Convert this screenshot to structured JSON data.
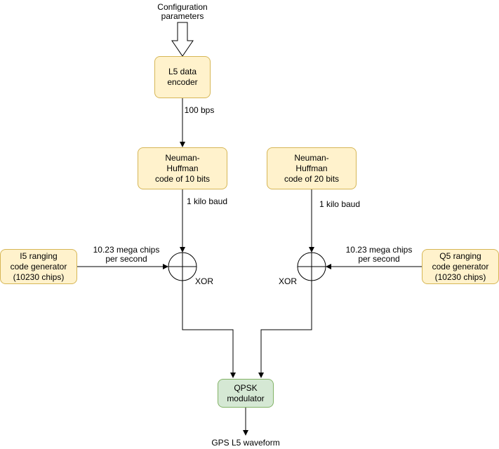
{
  "diagram": {
    "config_label": "Configuration\nparameters",
    "encoder_label": "L5 data\nencoder",
    "rate_100bps": "100 bps",
    "nh10_label": "Neuman-\nHuffman\ncode of 10 bits",
    "nh20_label": "Neuman-\nHuffman\ncode of 20 bits",
    "baud_left": "1 kilo baud",
    "baud_right": "1 kilo baud",
    "i5_label": "I5 ranging\ncode generator\n(10230 chips)",
    "q5_label": "Q5 ranging\ncode generator\n(10230 chips)",
    "chips_left": "10.23 mega chips\nper second",
    "chips_right": "10.23 mega chips\nper second",
    "xor_left": "XOR",
    "xor_right": "XOR",
    "qpsk_label": "QPSK\nmodulator",
    "output_label": "GPS L5 waveform"
  }
}
